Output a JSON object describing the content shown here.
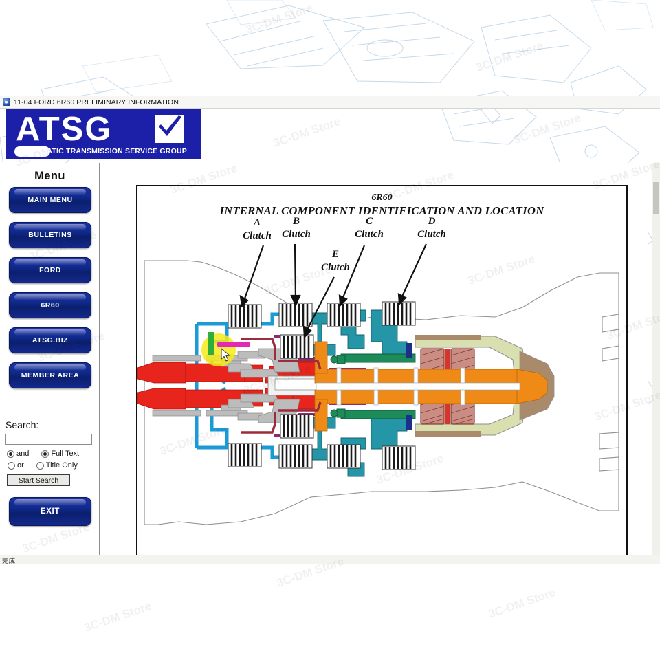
{
  "window": {
    "title": "11-04 FORD 6R60 PRELIMINARY INFORMATION",
    "title_icon": "app-shield-icon"
  },
  "brand": {
    "wordmark": "ATSG",
    "tagline": "AUTOMATIC TRANSMISSION SERVICE GROUP",
    "logo_bg": "#1c1fa8",
    "check_icon": "check-mark-icon"
  },
  "sidebar": {
    "heading": "Menu",
    "buttons": [
      {
        "label": "MAIN MENU"
      },
      {
        "label": "BULLETINS"
      },
      {
        "label": "FORD"
      },
      {
        "label": "6R60"
      },
      {
        "label": "ATSG.BIZ"
      },
      {
        "label": "MEMBER AREA"
      }
    ],
    "exit_label": "EXIT",
    "button_color": "#102a8c"
  },
  "search": {
    "label": "Search:",
    "value": "",
    "placeholder": "",
    "options": [
      {
        "label": "and",
        "selected": true
      },
      {
        "label": "Full Text",
        "selected": true
      },
      {
        "label": "or",
        "selected": false
      },
      {
        "label": "Title Only",
        "selected": false
      }
    ],
    "button_label": "Start Search"
  },
  "document": {
    "title_line1": "6R60",
    "title_line2": "INTERNAL COMPONENT IDENTIFICATION AND LOCATION",
    "callouts": [
      {
        "id": "a",
        "letter": "A",
        "word": "Clutch"
      },
      {
        "id": "b",
        "letter": "B",
        "word": "Clutch"
      },
      {
        "id": "c",
        "letter": "C",
        "word": "Clutch"
      },
      {
        "id": "d",
        "letter": "D",
        "word": "Clutch"
      },
      {
        "id": "e",
        "letter": "E",
        "word": "Clutch"
      }
    ],
    "diagram_colors": {
      "input_shaft": "#e8251c",
      "drum_blue": "#1b9ad6",
      "output_shaft": "#f08a16",
      "teal_carrier": "#1f8fa0",
      "green_carrier": "#1d8b5a",
      "purple": "#8e2a6e",
      "magenta": "#d4289c",
      "gear_red": "#c1493c",
      "case_tan": "#a98a6a",
      "pan_khaki": "#d9dfae",
      "steel_grey": "#b9b9b9",
      "highlight": "#f5ea1a"
    }
  },
  "status": {
    "text": "完成"
  },
  "watermark": {
    "text": "3C-DM Store"
  }
}
